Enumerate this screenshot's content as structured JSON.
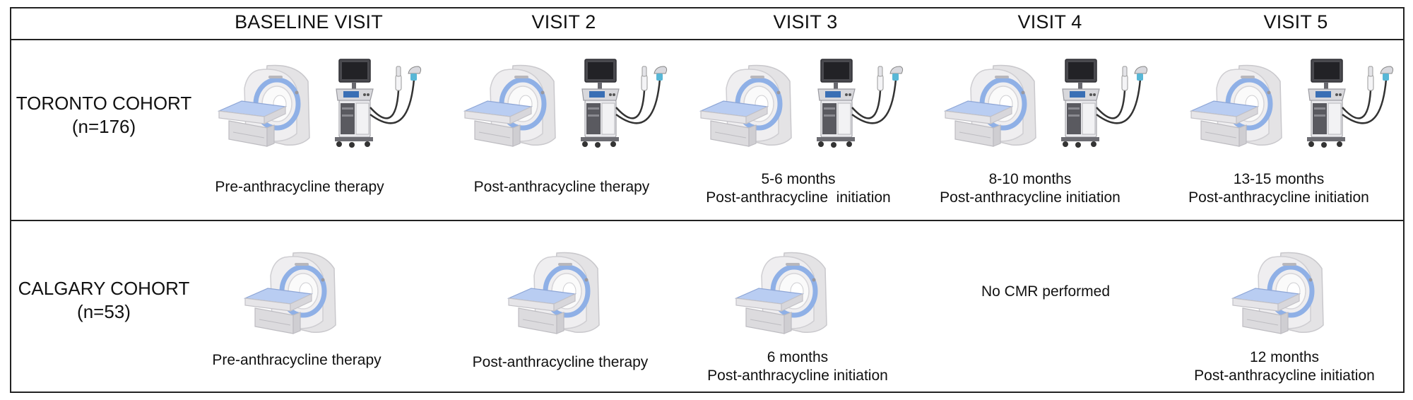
{
  "visits": [
    "BASELINE VISIT",
    "VISIT 2",
    "VISIT 3",
    "VISIT 4",
    "VISIT 5"
  ],
  "cohorts": [
    {
      "name": "TORONTO COHORT",
      "n": "(n=176)",
      "cells": [
        {
          "imaging": [
            "cmr-scanner",
            "echocardiography-machine"
          ],
          "caption": [
            "Pre-anthracycline therapy"
          ]
        },
        {
          "imaging": [
            "cmr-scanner",
            "echocardiography-machine"
          ],
          "caption": [
            "Post-anthracycline therapy"
          ]
        },
        {
          "imaging": [
            "cmr-scanner",
            "echocardiography-machine"
          ],
          "caption": [
            "5-6 months",
            "Post-anthracycline  initiation"
          ]
        },
        {
          "imaging": [
            "cmr-scanner",
            "echocardiography-machine"
          ],
          "caption": [
            "8-10 months",
            "Post-anthracycline initiation"
          ]
        },
        {
          "imaging": [
            "cmr-scanner",
            "echocardiography-machine"
          ],
          "caption": [
            "13-15 months",
            "Post-anthracycline initiation"
          ]
        }
      ]
    },
    {
      "name": "CALGARY COHORT",
      "n": "(n=53)",
      "cells": [
        {
          "imaging": [
            "cmr-scanner"
          ],
          "caption": [
            "Pre-anthracycline therapy"
          ]
        },
        {
          "imaging": [
            "cmr-scanner"
          ],
          "caption": [
            "Post-anthracycline therapy"
          ]
        },
        {
          "imaging": [
            "cmr-scanner"
          ],
          "caption": [
            "6 months",
            "Post-anthracycline initiation"
          ]
        },
        {
          "imaging": [],
          "note": "No CMR performed"
        },
        {
          "imaging": [
            "cmr-scanner"
          ],
          "caption": [
            "12 months",
            "Post-anthracycline initiation"
          ]
        }
      ]
    }
  ],
  "colors": {
    "border": "#222222",
    "scanner_body": "#ecebec",
    "bed_top": "#b9cdf2",
    "bore_ring": "#8fb0e6",
    "screen": "#3a6fb5"
  }
}
